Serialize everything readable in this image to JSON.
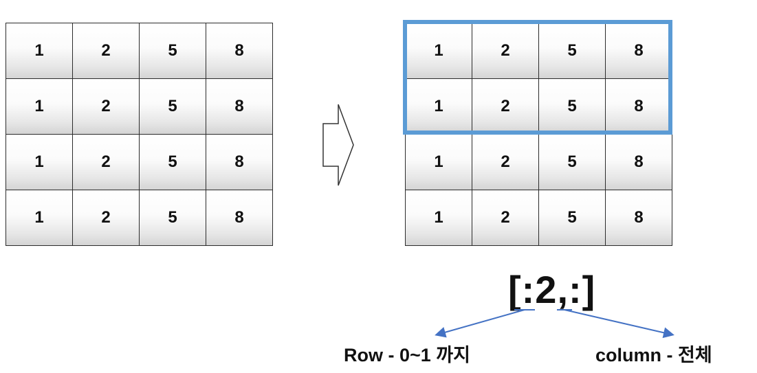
{
  "left_matrix": {
    "rows": [
      [
        "1",
        "2",
        "5",
        "8"
      ],
      [
        "1",
        "2",
        "5",
        "8"
      ],
      [
        "1",
        "2",
        "5",
        "8"
      ],
      [
        "1",
        "2",
        "5",
        "8"
      ]
    ]
  },
  "right_matrix": {
    "rows": [
      [
        "1",
        "2",
        "5",
        "8"
      ],
      [
        "1",
        "2",
        "5",
        "8"
      ],
      [
        "1",
        "2",
        "5",
        "8"
      ],
      [
        "1",
        "2",
        "5",
        "8"
      ]
    ],
    "highlighted_rows": 2,
    "highlight_color": "#5b9bd5"
  },
  "slice": "[:2,:]",
  "row_annotation": "Row - 0~1 까지",
  "column_annotation": "column - 전체",
  "annotation_arrow_color": "#4472c4"
}
